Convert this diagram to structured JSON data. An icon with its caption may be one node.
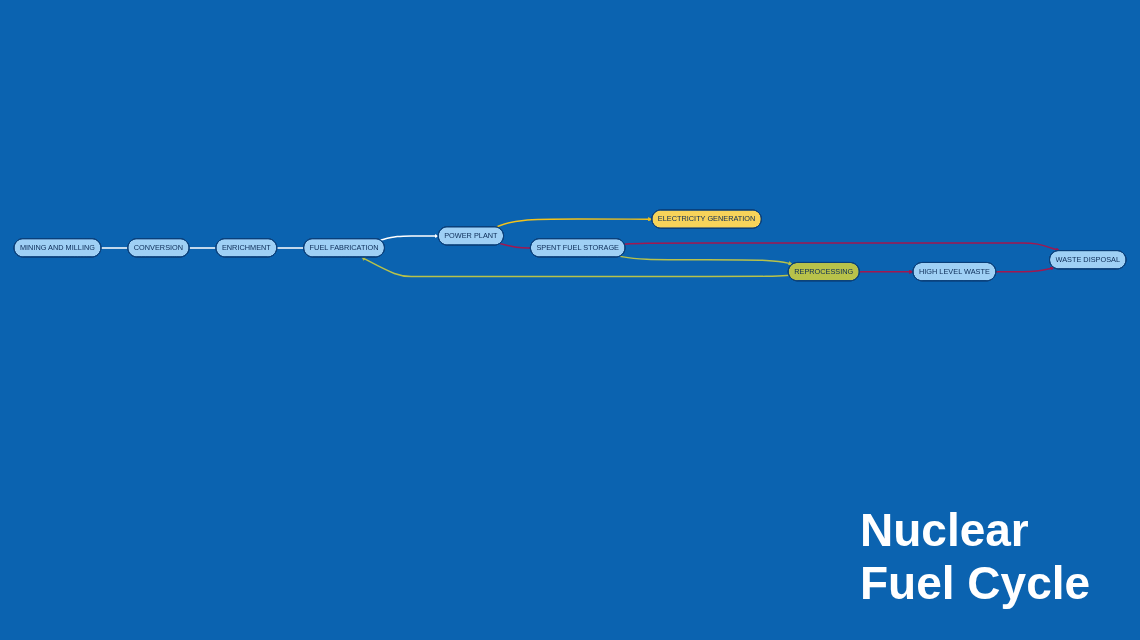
{
  "diagram": {
    "title": "Nuclear Fuel Cycle",
    "nodes": [
      {
        "text": [
          "MINING AND MILLING"
        ]
      },
      {
        "text": [
          "HIGH LEVEL WASTE"
        ]
      },
      {
        "text": [
          "CONVERSION"
        ]
      },
      {
        "text": [
          "WASTE DISPOSAL"
        ]
      },
      {
        "text": [
          "ENRICHMENT"
        ]
      },
      {
        "text": [
          "REPROCESSING"
        ]
      },
      {
        "text": [
          "SPENT FUEL STORAGE"
        ]
      },
      {
        "text": [
          "FUEL FABRICATION"
        ]
      },
      {
        "text": [
          "POWER PLANT"
        ]
      },
      {
        "text": [
          "ELECTRICITY GENERATION"
        ]
      }
    ],
    "edges": [
      {
        "from": 0,
        "to": 2,
        "arrow": "none",
        "color": "#ffffff"
      },
      {
        "from": 2,
        "to": 4,
        "arrow": "none",
        "color": "#ffffff"
      },
      {
        "from": 4,
        "to": 7,
        "arrow": "none",
        "color": "#ffffff"
      },
      {
        "from": 7,
        "to": 8,
        "arrow": "to",
        "color": "#ffffff"
      },
      {
        "from": 8,
        "to": 6,
        "arrow": "none",
        "color": "#a3174f"
      },
      {
        "from": 8,
        "to": 9,
        "arrow": "to",
        "color": "#f2c21b"
      },
      {
        "from": 6,
        "to": 5,
        "arrow": "to",
        "color": "#b8c24a"
      },
      {
        "from": 6,
        "to": 3,
        "arrow": "to",
        "color": "#a3174f"
      },
      {
        "from": 5,
        "to": 1,
        "arrow": "to",
        "color": "#a3174f"
      },
      {
        "from": 5,
        "to": 7,
        "arrow": "to",
        "color": "#b8c24a"
      },
      {
        "from": 1,
        "to": 3,
        "arrow": "to",
        "color": "#a3174f"
      }
    ]
  }
}
